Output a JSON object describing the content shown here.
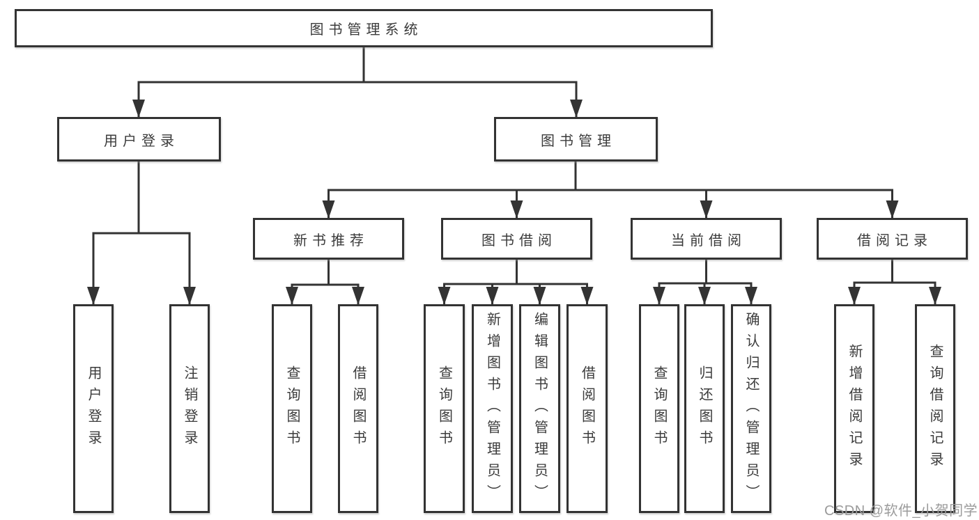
{
  "colors": {
    "line": "#333333",
    "text": "#3b3b3b",
    "box_bg": "#ffffff",
    "canvas_bg": "#ffffff",
    "watermark": "#9b9b9b"
  },
  "watermark": {
    "text": "CSDN @软件_小贺同学"
  },
  "tree": {
    "label": "图书管理系统",
    "children": [
      {
        "label": "用户登录",
        "children": [
          {
            "label": "用户登录"
          },
          {
            "label": "注销登录"
          }
        ]
      },
      {
        "label": "图书管理",
        "children": [
          {
            "label": "新书推荐",
            "children": [
              {
                "label": "查询图书"
              },
              {
                "label": "借阅图书"
              }
            ]
          },
          {
            "label": "图书借阅",
            "children": [
              {
                "label": "查询图书"
              },
              {
                "label": "新增图书（管理员）"
              },
              {
                "label": "编辑图书（管理员）"
              },
              {
                "label": "借阅图书"
              }
            ]
          },
          {
            "label": "当前借阅",
            "children": [
              {
                "label": "查询图书"
              },
              {
                "label": "归还图书"
              },
              {
                "label": "确认归还（管理员）"
              }
            ]
          },
          {
            "label": "借阅记录",
            "children": [
              {
                "label": "新增借阅记录"
              },
              {
                "label": "查询借阅记录"
              }
            ]
          }
        ]
      }
    ]
  }
}
